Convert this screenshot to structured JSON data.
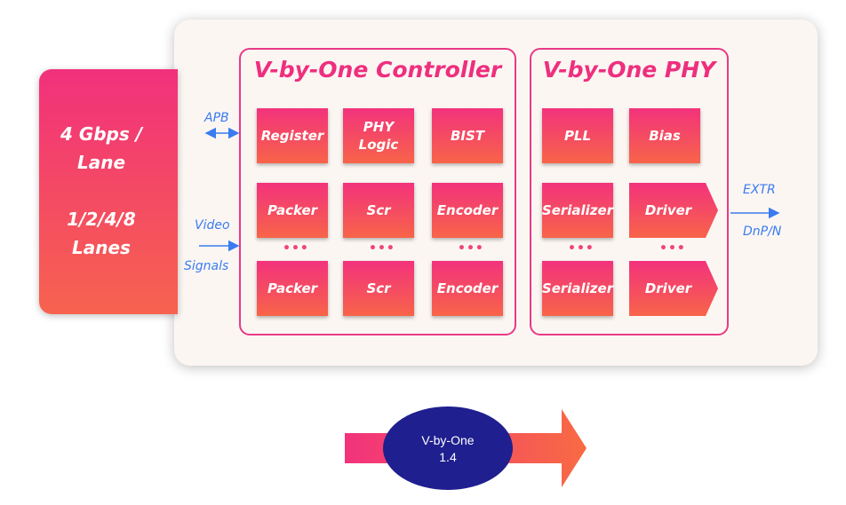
{
  "side_panel": {
    "rate": "4 Gbps /",
    "rate2": "Lane",
    "lanes": "1/2/4/8",
    "lanes2": "Lanes"
  },
  "signals": {
    "apb": "APB",
    "video": "Video",
    "video2": "Signals",
    "extr": "EXTR",
    "dnp": "DnP/N"
  },
  "controller": {
    "title": "V-by-One Controller",
    "register": "Register",
    "phy_logic": "PHY",
    "phy_logic2": "Logic",
    "bist": "BIST",
    "packer": "Packer",
    "scr": "Scr",
    "encoder": "Encoder",
    "dots": "•••"
  },
  "phy": {
    "title": "V-by-One PHY",
    "pll": "PLL",
    "bias": "Bias",
    "serializer": "Serializer",
    "driver": "Driver",
    "dots": "•••"
  },
  "version_badge": {
    "line1": "V-by-One",
    "line2": "1.4"
  },
  "colors": {
    "accent_pink": "#ee2f7e",
    "signal_blue": "#3a7cf0",
    "badge_navy": "#1f1f8f"
  }
}
